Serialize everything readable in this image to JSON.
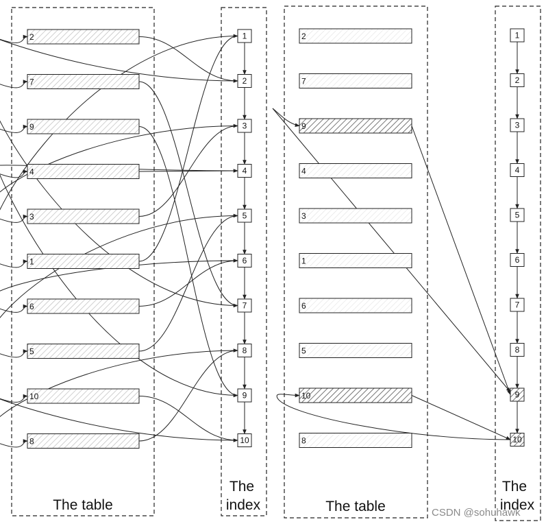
{
  "diagrams": [
    {
      "id": "left",
      "table_caption": "The table",
      "index_caption_line1": "The",
      "index_caption_line2": "index",
      "rows": [
        "2",
        "7",
        "9",
        "4",
        "3",
        "1",
        "6",
        "5",
        "10",
        "8"
      ],
      "index_entries": [
        "1",
        "2",
        "3",
        "4",
        "5",
        "6",
        "7",
        "8",
        "9",
        "10"
      ],
      "highlighted_rows": [],
      "highlighted_index": []
    },
    {
      "id": "right",
      "table_caption": "The table",
      "index_caption_line1": "The",
      "index_caption_line2": "index",
      "rows": [
        "2",
        "7",
        "9",
        "4",
        "3",
        "1",
        "6",
        "5",
        "10",
        "8"
      ],
      "index_entries": [
        "1",
        "2",
        "3",
        "4",
        "5",
        "6",
        "7",
        "8",
        "9",
        "10"
      ],
      "highlighted_rows": [
        "9",
        "10"
      ],
      "highlighted_index": [
        "9",
        "10"
      ]
    }
  ],
  "watermark": "CSDN @sohuhawk",
  "colors": {
    "stroke": "#222222",
    "hatch_light": "#bbbbbb",
    "hatch_dark": "#555555",
    "watermark": "#8a8a8a"
  }
}
